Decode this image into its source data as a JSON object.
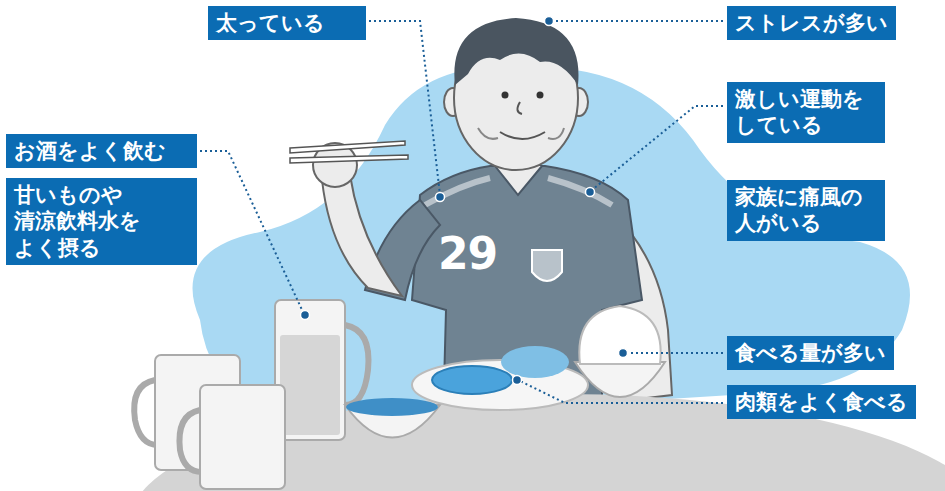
{
  "diagram": {
    "nodes": [
      {
        "text": [
          "太っている"
        ]
      },
      {
        "text": [
          "ストレスが多い"
        ]
      },
      {
        "text": [
          "お酒をよく飲む"
        ]
      },
      {
        "text": [
          "甘いものや 清涼飲料水を よく摂る"
        ]
      },
      {
        "text": [
          "激しい運動を している"
        ]
      },
      {
        "text": [
          "家族に痛風の 人がいる"
        ]
      },
      {
        "text": [
          "食べる量が多い"
        ]
      },
      {
        "text": [
          "肉類をよく食べる"
        ]
      }
    ],
    "labels": [
      "29"
    ]
  }
}
